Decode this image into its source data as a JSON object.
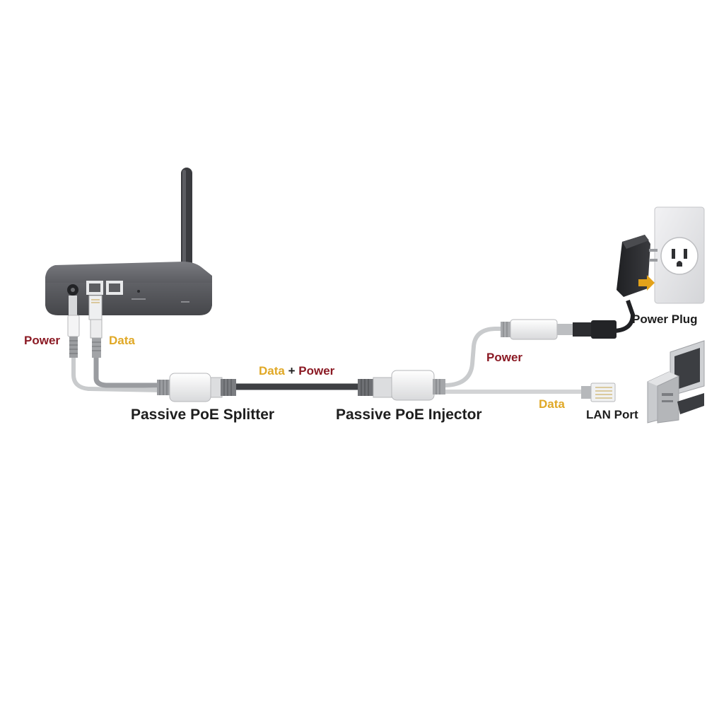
{
  "colors": {
    "power": "#8b1a24",
    "data": "#e0a826",
    "label": "#1e1e1e",
    "router_body": "#56575b",
    "cable_dark": "#3e4044",
    "cable_light": "#c9cbcd"
  },
  "labels": {
    "router_power": "Power",
    "router_data": "Data",
    "combined_data": "Data",
    "combined_plus": "+",
    "combined_power": "Power",
    "splitter": "Passive PoE Splitter",
    "injector": "Passive PoE Injector",
    "injector_power": "Power",
    "power_plug": "Power Plug",
    "lan_data": "Data",
    "lan_port": "LAN Port"
  },
  "icons": {
    "router": "router-icon",
    "antenna": "antenna-icon",
    "wall_outlet": "wall-outlet-icon",
    "power_adapter": "power-adapter-icon",
    "computer": "computer-icon",
    "arrow": "arrow-right-icon"
  }
}
